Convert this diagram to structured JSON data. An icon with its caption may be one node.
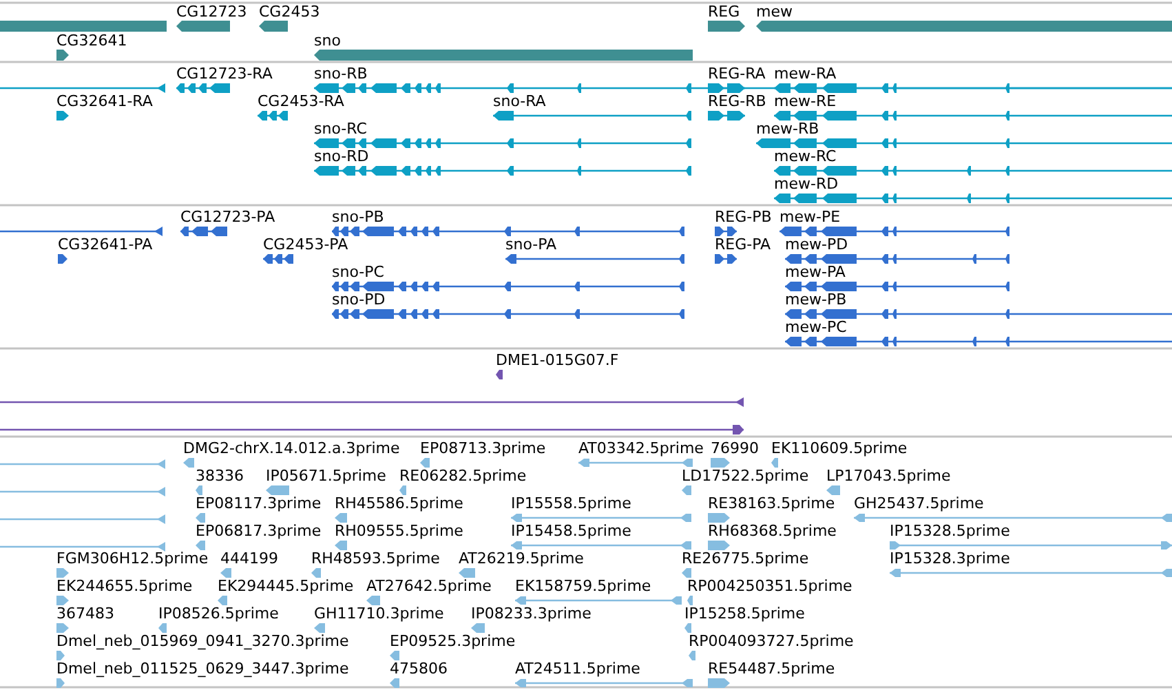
{
  "diagram": {
    "labels": [
      "CG12723",
      "CG2453",
      "REG",
      "mew",
      "CG32641",
      "sno",
      "CG12723-RA",
      "sno-RB",
      "REG-RA",
      "mew-RA",
      "CG32641-RA",
      "CG2453-RA",
      "sno-RA",
      "REG-RB",
      "mew-RE",
      "sno-RC",
      "mew-RB",
      "sno-RD",
      "mew-RC",
      "mew-RD",
      "CG12723-PA",
      "sno-PB",
      "REG-PB",
      "mew-PE",
      "CG32641-PA",
      "CG2453-PA",
      "sno-PA",
      "REG-PA",
      "mew-PD",
      "sno-PC",
      "mew-PA",
      "sno-PD",
      "mew-PB",
      "mew-PC",
      "DME1-015G07.F",
      "DMG2-chrX.14.012.a.3prime",
      "EP08713.3prime",
      "AT03342.5prime",
      "76990",
      "EK110609.5prime",
      "38336",
      "IP05671.5prime",
      "RE06282.5prime",
      "LD17522.5prime",
      "LP17043.5prime",
      "EP08117.3prime",
      "RH45586.5prime",
      "IP15558.5prime",
      "RE38163.5prime",
      "GH25437.5prime",
      "EP06817.3prime",
      "RH09555.5prime",
      "IP15458.5prime",
      "RH68368.5prime",
      "IP15328.5prime",
      "FGM306H12.5prime",
      "444199",
      "RH48593.5prime",
      "AT26219.5prime",
      "RE26775.5prime",
      "IP15328.3prime",
      "EK244655.5prime",
      "EK294445.5prime",
      "AT27642.5prime",
      "EK158759.5prime",
      "RP004250351.5prime",
      "367483",
      "IP08526.5prime",
      "GH11710.3prime",
      "IP08233.3prime",
      "IP15258.5prime",
      "Dmel_neb_015969_0941_3270.3prime",
      "EP09525.3prime",
      "RP004093727.5prime",
      "Dmel_neb_011525_0629_3447.3prime",
      "475806",
      "AT24511.5prime",
      "RE54487.5prime"
    ]
  }
}
